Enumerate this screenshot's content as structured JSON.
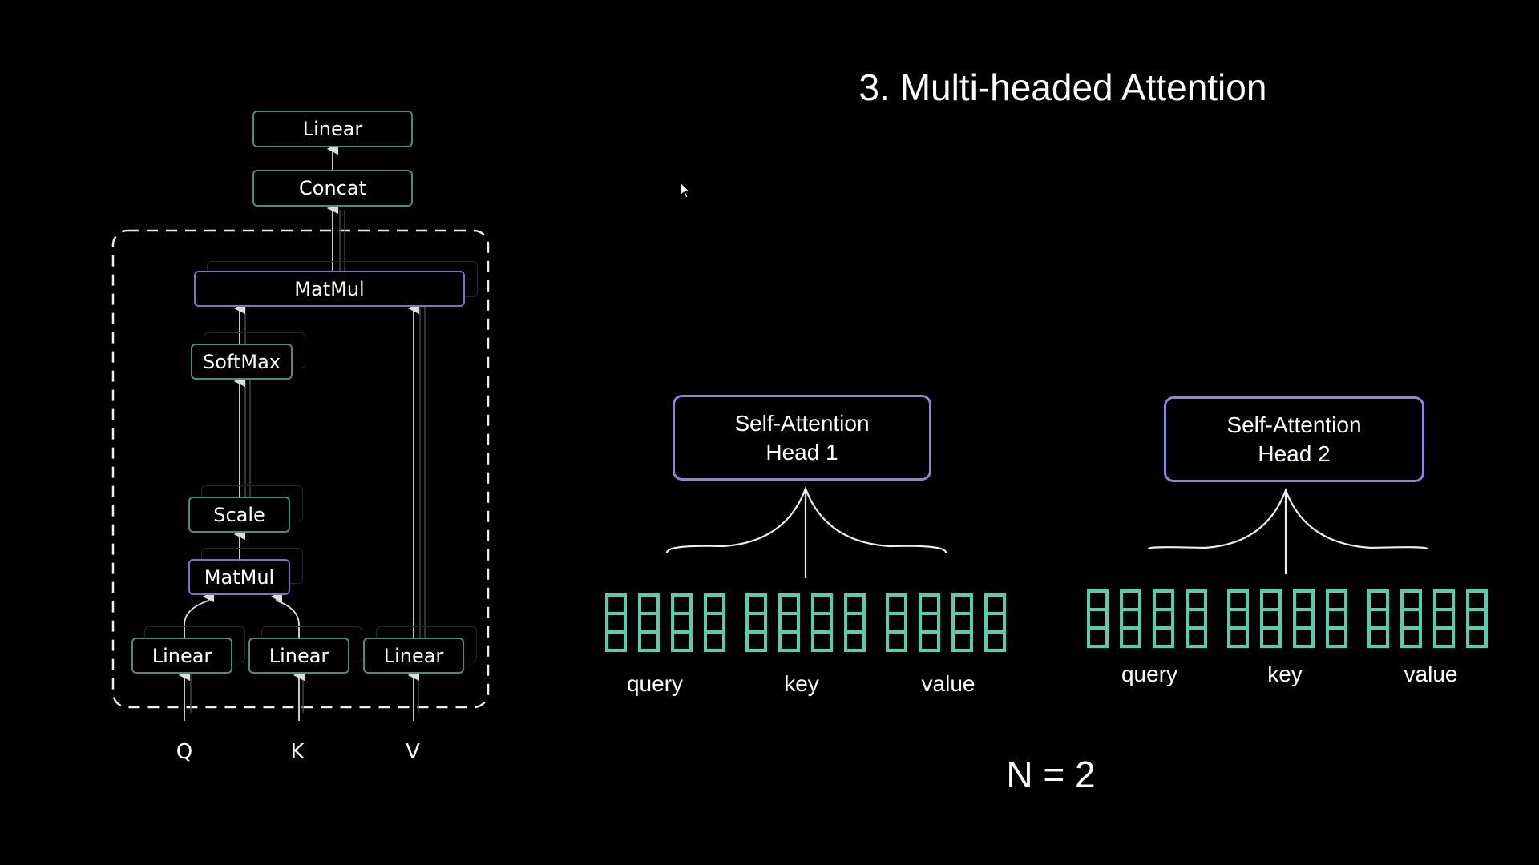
{
  "title": "3. Multi-headed Attention",
  "n_label": "N = 2",
  "colors": {
    "box_border": "#4f8a7c",
    "head_border": "#8a86dc",
    "vector": "#4fd1b0",
    "background": "#000000"
  },
  "architecture": {
    "top_linear": "Linear",
    "concat": "Concat",
    "matmul_top": "MatMul",
    "softmax": "SoftMax",
    "scale": "Scale",
    "matmul_bottom": "MatMul",
    "linear_q": "Linear",
    "linear_k": "Linear",
    "linear_v": "Linear",
    "inputs": [
      "Q",
      "K",
      "V"
    ]
  },
  "heads": [
    {
      "line1": "Self-Attention",
      "line2": "Head 1",
      "labels": [
        "query",
        "key",
        "value"
      ],
      "vector_groups": 3,
      "vectors_per_group": 4,
      "cells_per_vector": 3
    },
    {
      "line1": "Self-Attention",
      "line2": "Head 2",
      "labels": [
        "query",
        "key",
        "value"
      ],
      "vector_groups": 3,
      "vectors_per_group": 4,
      "cells_per_vector": 3
    }
  ]
}
